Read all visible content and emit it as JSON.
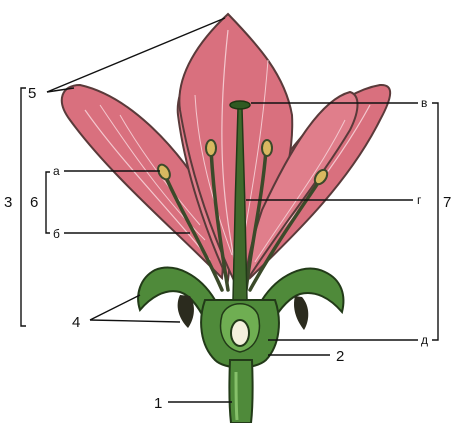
{
  "diagram": {
    "labels": {
      "l1": "1",
      "l2": "2",
      "l3": "3",
      "l4": "4",
      "l5": "5",
      "l6": "6",
      "l7": "7",
      "la": "а",
      "lb": "б",
      "lv": "в",
      "lg": "г",
      "ld": "д"
    },
    "colors": {
      "petal": "#d9707e",
      "petal_light": "#f2c2c8",
      "petal_edge": "#5a3a3a",
      "green": "#4f8a3a",
      "green_dark": "#2f5a22",
      "stamen": "#3b4a2a",
      "anther": "#d8b860"
    }
  }
}
